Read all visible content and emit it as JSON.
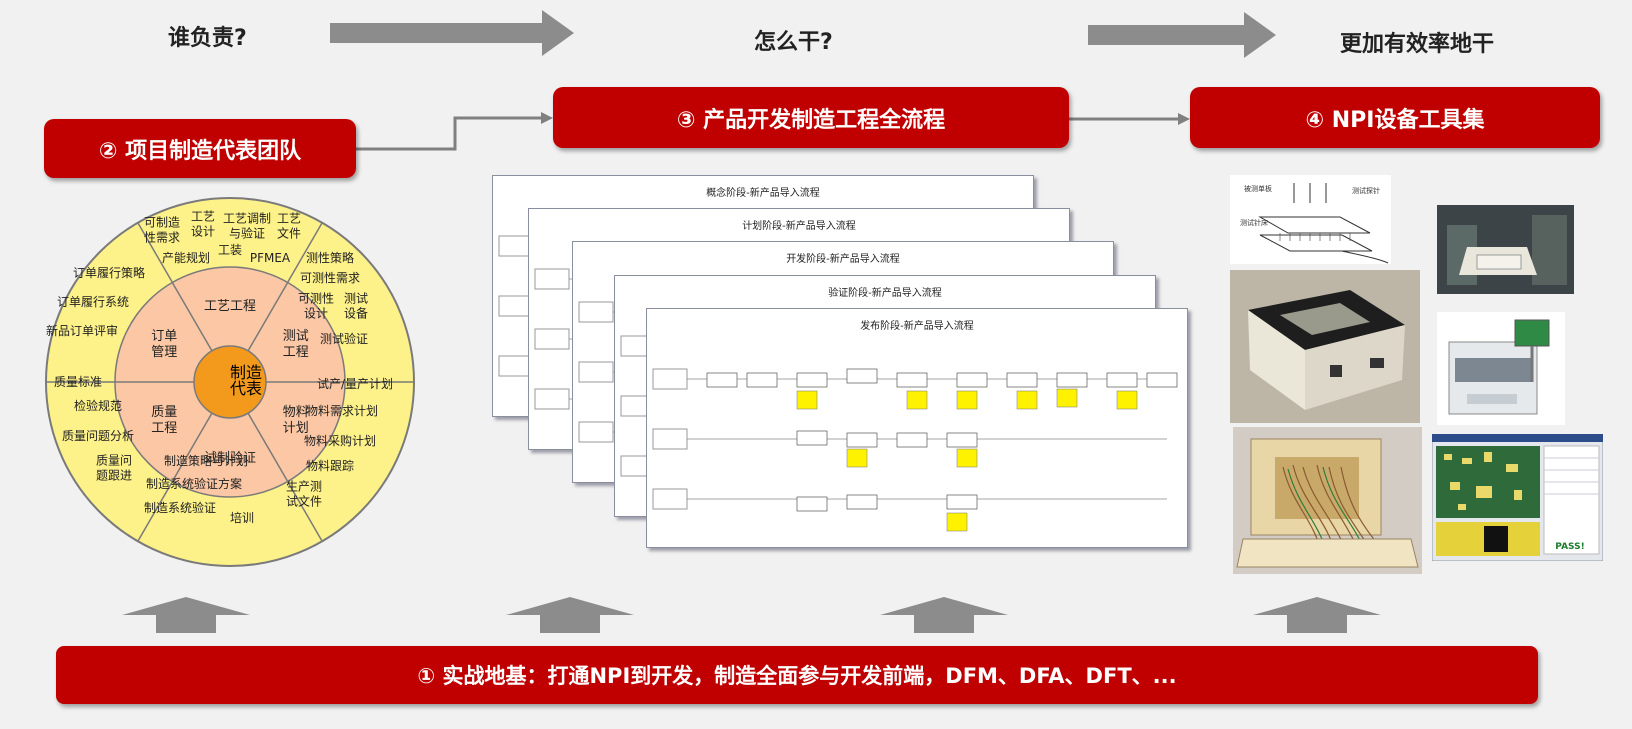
{
  "questions": {
    "who": "谁负责?",
    "how": "怎么干?",
    "efficient": "更加有效率地干"
  },
  "boxes": {
    "team": "② 项目制造代表团队",
    "process": "③ 产品开发制造工程全流程",
    "tools": "④ NPI设备工具集"
  },
  "wheel": {
    "center": "制造代表",
    "inner": [
      "工艺工程",
      "测试工程",
      "物料计划",
      "试制验证",
      "质量工程",
      "订单管理"
    ],
    "outer": [
      {
        "name": "wheel-outer-process-req",
        "text": "可制造性需求"
      },
      {
        "name": "wheel-outer-process-design",
        "text": "工艺设计"
      },
      {
        "name": "wheel-outer-process-tuning",
        "text": "工艺调制与验证"
      },
      {
        "name": "wheel-outer-process-docs",
        "text": "工艺文件"
      },
      {
        "name": "wheel-outer-capacity",
        "text": "产能规划"
      },
      {
        "name": "wheel-outer-fixture",
        "text": "工装"
      },
      {
        "name": "wheel-outer-pfmea",
        "text": "PFMEA"
      },
      {
        "name": "wheel-outer-test-strategy",
        "text": "测性策略"
      },
      {
        "name": "wheel-outer-testability-req",
        "text": "可测性需求"
      },
      {
        "name": "wheel-outer-testability-design",
        "text": "可测性设计"
      },
      {
        "name": "wheel-outer-test-equipment",
        "text": "测试设备"
      },
      {
        "name": "wheel-outer-test-verify",
        "text": "测试验证"
      },
      {
        "name": "wheel-outer-production-plan",
        "text": "试产/量产计划"
      },
      {
        "name": "wheel-outer-material-req",
        "text": "物料需求计划"
      },
      {
        "name": "wheel-outer-material-purchase",
        "text": "物料采购计划"
      },
      {
        "name": "wheel-outer-material-track",
        "text": "物料跟踪"
      },
      {
        "name": "wheel-outer-prod-test-docs",
        "text": "生产测试文件"
      },
      {
        "name": "wheel-outer-training",
        "text": "培训"
      },
      {
        "name": "wheel-outer-mfg-strategy",
        "text": "制造策略与计划"
      },
      {
        "name": "wheel-outer-mfg-verify-plan",
        "text": "制造系统验证方案"
      },
      {
        "name": "wheel-outer-mfg-verify",
        "text": "制造系统验证"
      },
      {
        "name": "wheel-outer-quality-std",
        "text": "质量标准"
      },
      {
        "name": "wheel-outer-inspection",
        "text": "检验规范"
      },
      {
        "name": "wheel-outer-quality-analysis",
        "text": "质量问题分析"
      },
      {
        "name": "wheel-outer-quality-tracking",
        "text": "质量问题跟进"
      },
      {
        "name": "wheel-outer-order-strategy",
        "text": "订单履行策略"
      },
      {
        "name": "wheel-outer-order-system",
        "text": "订单履行系统"
      },
      {
        "name": "wheel-outer-new-order-review",
        "text": "新品订单评审"
      }
    ]
  },
  "sheets": [
    "概念阶段-新产品导入流程",
    "计划阶段-新产品导入流程",
    "开发阶段-新产品导入流程",
    "验证阶段-新产品导入流程",
    "发布阶段-新产品导入流程"
  ],
  "photos": {
    "fixture_diagram_labels": [
      "被测单板",
      "测试探针",
      "测试针床"
    ],
    "aoi_screen_label": "PASS!"
  },
  "bottom_bar": "① 实战地基：打通NPI到开发，制造全面参与开发前端，DFM、DFA、DFT、..."
}
